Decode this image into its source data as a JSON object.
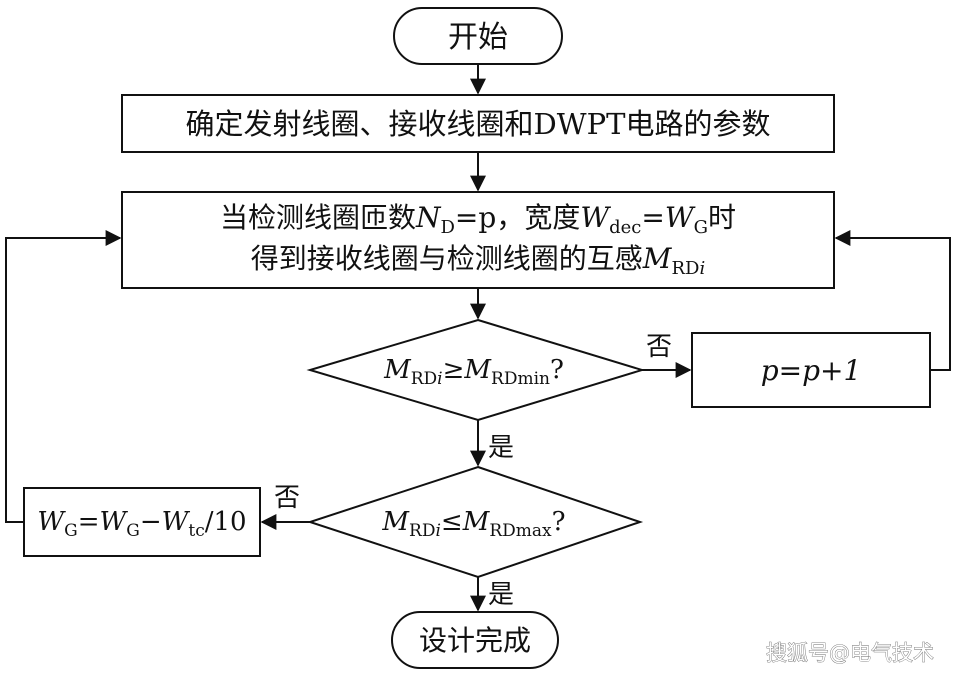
{
  "flowchart": {
    "start": "开始",
    "step_params": "确定发射线圈、接收线圈和DWPT电路的参数",
    "step_mutual": {
      "line1_prefix": "当检测线圈匝数",
      "n_sym": "N",
      "n_sub": "D",
      "eq_p": "=p，",
      "width_label": "宽度",
      "w_sym": "W",
      "w_sub": "dec",
      "eq": "=",
      "wg_sym": "W",
      "wg_sub": "G",
      "line1_suffix": "时",
      "line2_prefix": "得到接收线圈与检测线圈的互感",
      "m_sym": "M",
      "m_sub": "RD",
      "m_sub_i": "i"
    },
    "decision_min": {
      "lhs_sym": "M",
      "lhs_sub": "RD",
      "lhs_sub_i": "i",
      "op": "≥",
      "rhs_sym": "M",
      "rhs_sub": "RDmin",
      "q": "?"
    },
    "step_increment": "p=p+1",
    "decision_max": {
      "lhs_sym": "M",
      "lhs_sub": "RD",
      "lhs_sub_i": "i",
      "op": "≤",
      "rhs_sym": "M",
      "rhs_sub": "RDmax",
      "q": "?"
    },
    "step_width": {
      "w1": "W",
      "w1_sub": "G",
      "eq": "=",
      "w2": "W",
      "w2_sub": "G",
      "minus": "−",
      "w3": "W",
      "w3_sub": "tc",
      "tail": "/10"
    },
    "end": "设计完成",
    "labels": {
      "no_right": "否",
      "yes_mid": "是",
      "no_left": "否",
      "yes_bottom": "是"
    }
  },
  "watermark": "搜狐号@电气技术"
}
